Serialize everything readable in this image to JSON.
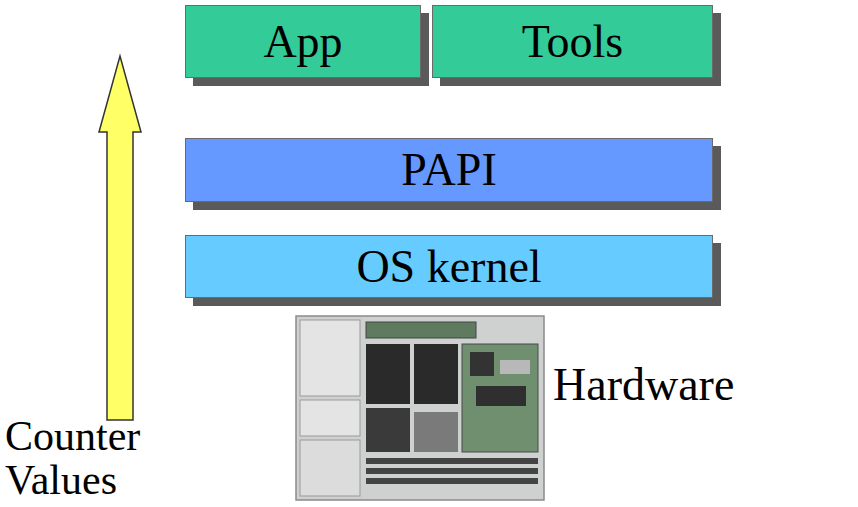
{
  "diagram": {
    "nodes": [
      {
        "text": [
          "App"
        ]
      },
      {
        "text": [
          "Tools"
        ]
      },
      {
        "text": [
          "PAPI"
        ]
      },
      {
        "text": [
          "OS kernel"
        ]
      }
    ],
    "labels": [
      "Counter Values",
      "Hardware"
    ]
  }
}
